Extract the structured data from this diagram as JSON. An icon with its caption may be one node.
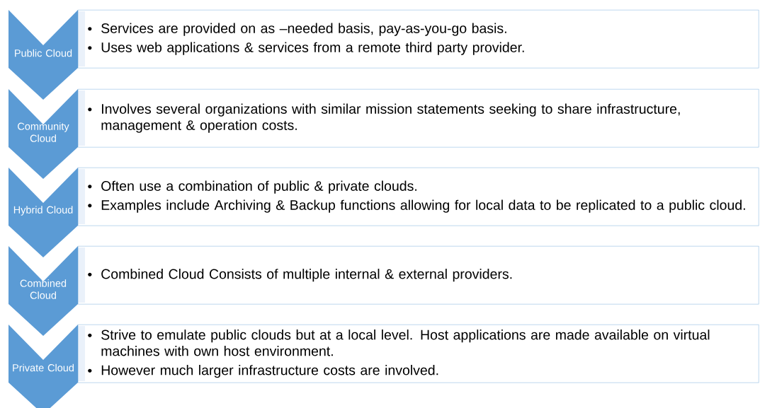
{
  "diagram": {
    "nodes": [
      {
        "text": [
          "Public Cloud"
        ]
      },
      {
        "text": [
          "Services are provided on as –needed basis, pay-as-you-go basis.",
          "Uses web applications & services from a remote third party provider."
        ]
      },
      {
        "text": [
          "Community Cloud"
        ]
      },
      {
        "text": [
          "Involves several organizations with similar mission statements seeking to share infrastructure, management & operation costs."
        ]
      },
      {
        "text": [
          "Hybrid Cloud"
        ]
      },
      {
        "text": [
          "Often use a combination of public & private clouds.",
          "Examples include Archiving & Backup functions allowing for local data to be replicated to a public cloud."
        ]
      },
      {
        "text": [
          "Combined Cloud"
        ]
      },
      {
        "text": [
          "Combined Cloud Consists of multiple internal & external providers."
        ]
      },
      {
        "text": [
          "Private Cloud"
        ]
      },
      {
        "text": [
          "Strive to emulate public clouds but at a local level. Host applications are made available on virtual machines with own host environment.",
          "However much larger infrastructure costs are involved."
        ]
      }
    ]
  }
}
